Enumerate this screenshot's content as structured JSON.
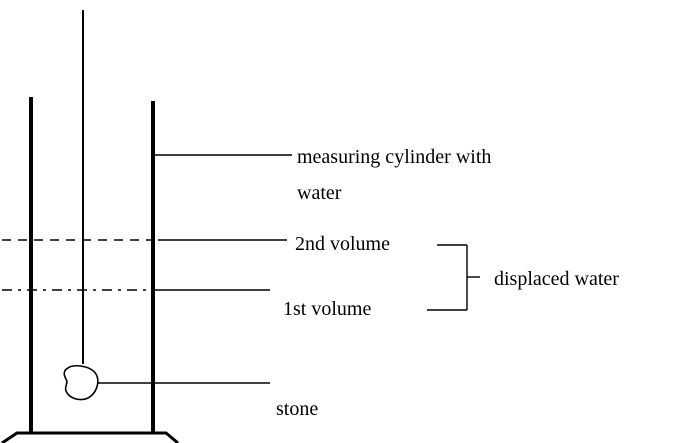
{
  "labels": {
    "cylinder_line1": "measuring cylinder with",
    "cylinder_line2": "water",
    "second_volume": "2nd volume",
    "first_volume": "1st volume",
    "displaced_water": "displaced water",
    "stone": "stone"
  },
  "colors": {
    "stroke": "#000000",
    "background": "#ffffff"
  }
}
